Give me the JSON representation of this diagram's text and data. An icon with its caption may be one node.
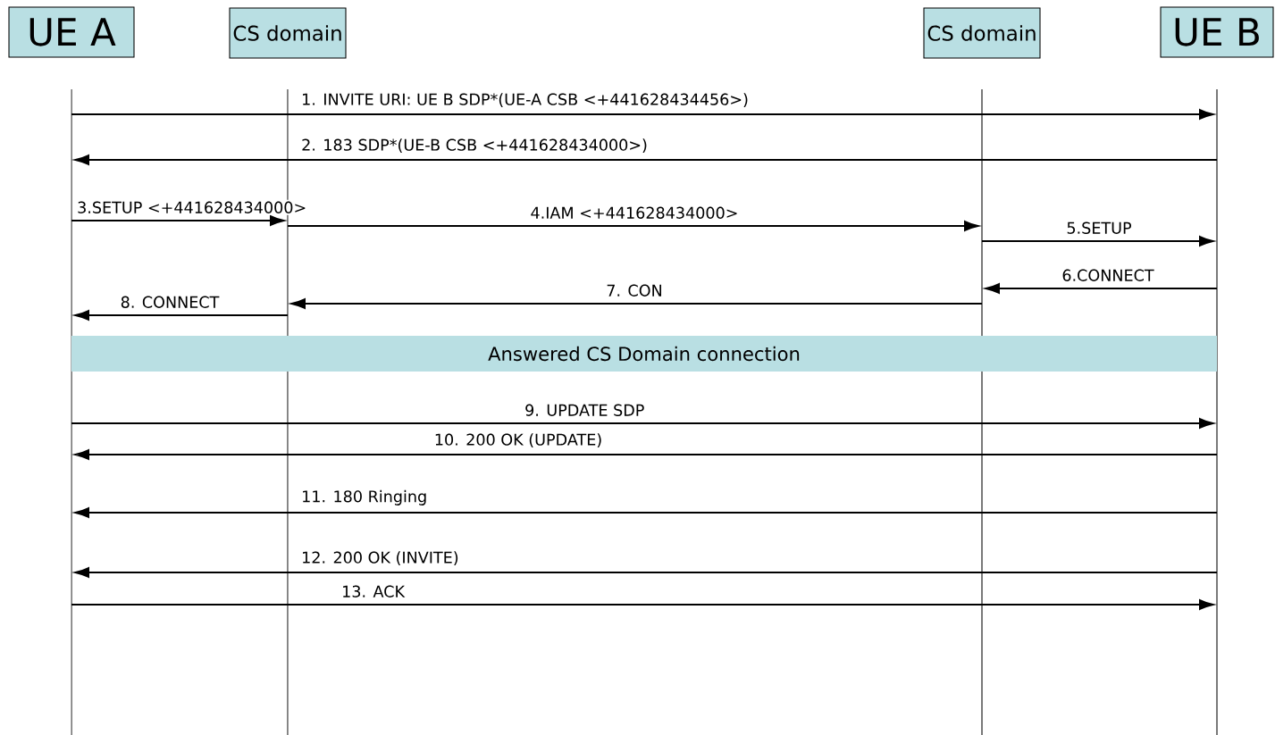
{
  "diagram": {
    "nodes": [
      {
        "text": [
          "UE A"
        ]
      },
      {
        "text": [
          "CS domain"
        ]
      },
      {
        "text": [
          "CS domain"
        ]
      },
      {
        "text": [
          "UE B"
        ]
      },
      {
        "text": [],
        "shape": "line"
      },
      {
        "text": [],
        "shape": "line"
      },
      {
        "text": [],
        "shape": "line"
      },
      {
        "text": [],
        "shape": "line"
      },
      {
        "text": [
          "Answered CS Domain connection"
        ]
      }
    ],
    "edges": [
      {
        "from": 4,
        "to": 7,
        "arrow": "to",
        "label": "1. INVITE URI: UE B SDP*(UE-A CSB <+441628434456>)"
      },
      {
        "from": 7,
        "to": 4,
        "arrow": "to",
        "label": "2. 183 SDP*(UE-B CSB <+441628434000>)"
      },
      {
        "from": 4,
        "to": 5,
        "arrow": "to",
        "label": "3.SETUP <+441628434000>"
      },
      {
        "from": 5,
        "to": 6,
        "arrow": "to",
        "label": "4.IAM <+441628434000>"
      },
      {
        "from": 6,
        "to": 7,
        "arrow": "to",
        "label": "5.SETUP"
      },
      {
        "from": 7,
        "to": 6,
        "arrow": "to",
        "label": "6.CONNECT"
      },
      {
        "from": 6,
        "to": 5,
        "arrow": "to",
        "label": "7. CON"
      },
      {
        "from": 5,
        "to": 4,
        "arrow": "to",
        "label": "8. CONNECT"
      },
      {
        "from": 4,
        "to": 7,
        "arrow": "to",
        "label": "9. UPDATE SDP"
      },
      {
        "from": 7,
        "to": 4,
        "arrow": "to",
        "label": "10. 200 OK (UPDATE)"
      },
      {
        "from": 7,
        "to": 4,
        "arrow": "to",
        "label": "11. 180 Ringing"
      },
      {
        "from": 7,
        "to": 4,
        "arrow": "to",
        "label": "12. 200 OK (INVITE)"
      },
      {
        "from": 4,
        "to": 7,
        "arrow": "to",
        "label": "13. ACK"
      }
    ]
  }
}
